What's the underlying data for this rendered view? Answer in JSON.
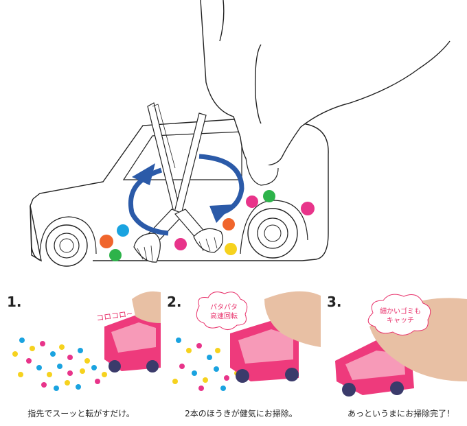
{
  "steps": [
    {
      "number": "1.",
      "caption": "指先でスーッと転がすだけ。",
      "sfx": "コロコロ~"
    },
    {
      "number": "2.",
      "caption": "2本のほうきが健気にお掃除。",
      "bubble_line1": "パタパタ",
      "bubble_line2": "高速回転"
    },
    {
      "number": "3.",
      "caption": "あっというまにお掃除完了！",
      "bubble_line1": "細かいゴミも",
      "bubble_line2": "キャッチ"
    }
  ],
  "colors": {
    "car_body": "#ee3a7c",
    "car_window": "#f79ab8",
    "arrow_blue": "#2b5aa8",
    "dot_pink": "#e8348a",
    "dot_orange": "#f0652c",
    "dot_blue": "#1aa3e0",
    "dot_green": "#2db34a",
    "dot_yellow": "#f6d21e",
    "panel_bg": "#f3f3f3",
    "skin": "#e8c0a4"
  }
}
